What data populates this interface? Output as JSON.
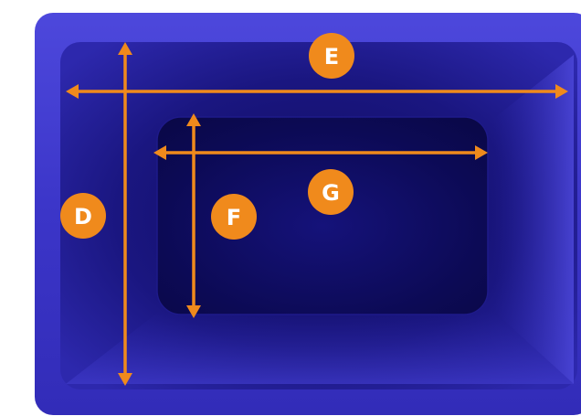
{
  "colors": {
    "tray_outer": "#3a34c4",
    "tray_rim": "#4a45d8",
    "tray_inner_dark": "#14106a",
    "well_dark": "#0c0a4a",
    "arrow": "#f08a1c",
    "badge": "#f08a1c",
    "badge_text": "#ffffff"
  },
  "dimensions": {
    "D": "D",
    "E": "E",
    "F": "F",
    "G": "G"
  }
}
